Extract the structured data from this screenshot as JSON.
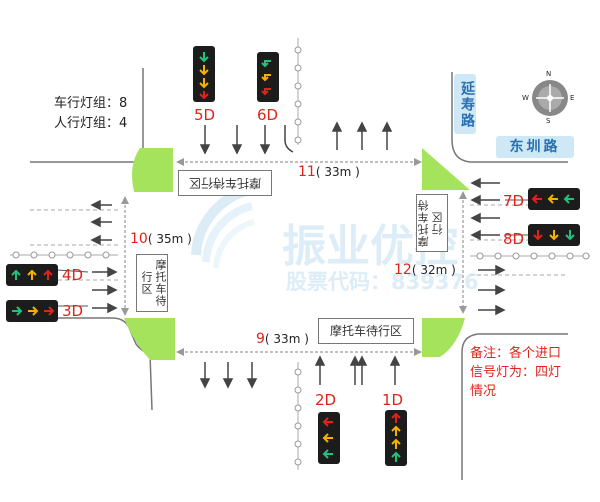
{
  "counts": {
    "vehicle_groups": "车行灯组：8",
    "pedestrian_groups": "人行灯组：4"
  },
  "streets": {
    "north": "延寿路",
    "east": "东圳路"
  },
  "compass": {
    "n": "N",
    "s": "S",
    "e": "E",
    "w": "W"
  },
  "crossings": {
    "north": {
      "num": "11",
      "len": "( 33m )"
    },
    "south": {
      "num": "9",
      "len": "( 33m )"
    },
    "west": {
      "num": "10",
      "len": "( 35m )"
    },
    "east": {
      "num": "12",
      "len": "( 32m )"
    }
  },
  "waiting_zone": "摩托车待行区",
  "signals": [
    "1D",
    "2D",
    "3D",
    "4D",
    "5D",
    "6D",
    "7D",
    "8D"
  ],
  "note": [
    "备注：各个进口",
    "信号灯为：四灯",
    "情况"
  ],
  "watermark": {
    "company": "振业优控",
    "stock": "股票代码：839376"
  },
  "colors": {
    "red": "#e0241b",
    "yellow": "#f5b000",
    "green": "#25c07a",
    "island": "#a6e35d",
    "street_bg": "#cfe8f6"
  }
}
